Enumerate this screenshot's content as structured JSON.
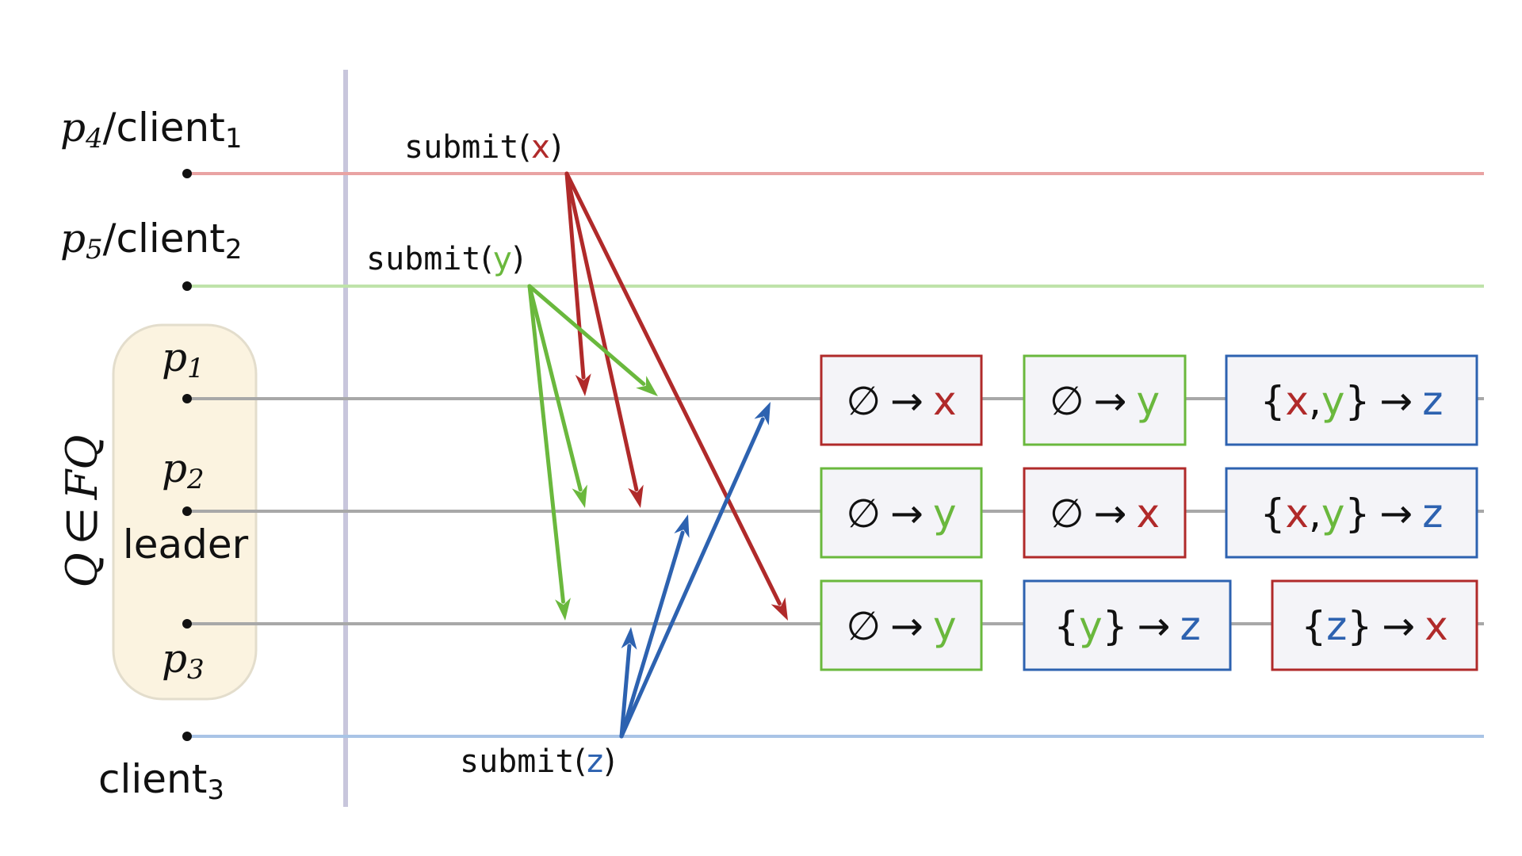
{
  "colors": {
    "red": "#b02a2a",
    "green": "#6ab83d",
    "blue": "#2d62b0",
    "line_gray": "#a8a8a8",
    "line_red": "#e9a3a3",
    "line_green": "#bfe3aa",
    "line_blue": "#a9c4e6",
    "divider": "#c8c6dc",
    "quorum_fill": "#fbf3e0",
    "quorum_stroke": "#e3ddcc",
    "box_fill": "#f4f4f8",
    "text": "#111111"
  },
  "labels": {
    "p4": {
      "var": "p",
      "sub": "4",
      "slash": "/",
      "name": "client",
      "name_sub": "1"
    },
    "p5": {
      "var": "p",
      "sub": "5",
      "slash": "/",
      "name": "client",
      "name_sub": "2"
    },
    "p1": {
      "var": "p",
      "sub": "1"
    },
    "p2": {
      "var": "p",
      "sub": "2"
    },
    "leader": "leader",
    "p3": {
      "var": "p",
      "sub": "3"
    },
    "client3": {
      "name": "client",
      "name_sub": "3"
    },
    "quorum": {
      "q": "Q",
      "in": "∈",
      "fq": "FQ"
    }
  },
  "submits": {
    "x": {
      "fn": "submit",
      "open": "(",
      "arg": "x",
      "close": ")"
    },
    "y": {
      "fn": "submit",
      "open": "(",
      "arg": "y",
      "close": ")"
    },
    "z": {
      "fn": "submit",
      "open": "(",
      "arg": "z",
      "close": ")"
    }
  },
  "boxes": {
    "r1": [
      {
        "pre": "∅",
        "arrow": "→",
        "res": "x",
        "color": "red"
      },
      {
        "pre": "∅",
        "arrow": "→",
        "res": "y",
        "color": "green"
      },
      {
        "open": "{",
        "deps": [
          "x",
          "y"
        ],
        "close": "}",
        "arrow": "→",
        "res": "z",
        "color": "blue"
      }
    ],
    "r2": [
      {
        "pre": "∅",
        "arrow": "→",
        "res": "y",
        "color": "green"
      },
      {
        "pre": "∅",
        "arrow": "→",
        "res": "x",
        "color": "red"
      },
      {
        "open": "{",
        "deps": [
          "x",
          "y"
        ],
        "close": "}",
        "arrow": "→",
        "res": "z",
        "color": "blue"
      }
    ],
    "r3": [
      {
        "pre": "∅",
        "arrow": "→",
        "res": "y",
        "color": "green"
      },
      {
        "open": "{",
        "deps": [
          "y"
        ],
        "close": "}",
        "arrow": "→",
        "res": "z",
        "color": "blue"
      },
      {
        "open": "{",
        "deps": [
          "z"
        ],
        "close": "}",
        "arrow": "→",
        "res": "x",
        "color": "red"
      }
    ]
  }
}
